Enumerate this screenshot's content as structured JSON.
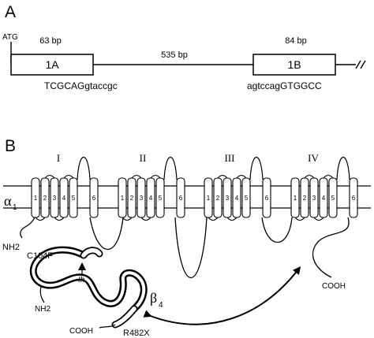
{
  "panel_a": {
    "panel_label": "A",
    "start_codon": "ATG",
    "exon_1a": {
      "name": "1A",
      "size": "63 bp",
      "junction_seq": "TCGCAGgtaccgc"
    },
    "intron": {
      "size": "535 bp"
    },
    "exon_1b": {
      "name": "1B",
      "size": "84 bp",
      "junction_seq": "agtccagGTGGCC"
    },
    "break_mark": "//"
  },
  "panel_b": {
    "panel_label": "B",
    "alpha_label": "α",
    "alpha_sub": "1",
    "beta_label": "β",
    "beta_sub": "4",
    "domains": [
      "I",
      "II",
      "III",
      "IV"
    ],
    "segments": [
      "1",
      "2",
      "3",
      "4",
      "5",
      "6"
    ],
    "alpha_nterm": "NH2",
    "alpha_cterm": "COOH",
    "beta_nterm": "NH2",
    "beta_cterm": "COOH",
    "mutation_1": "C104F",
    "mutation_2": "R482X",
    "site_label": "Ih"
  }
}
